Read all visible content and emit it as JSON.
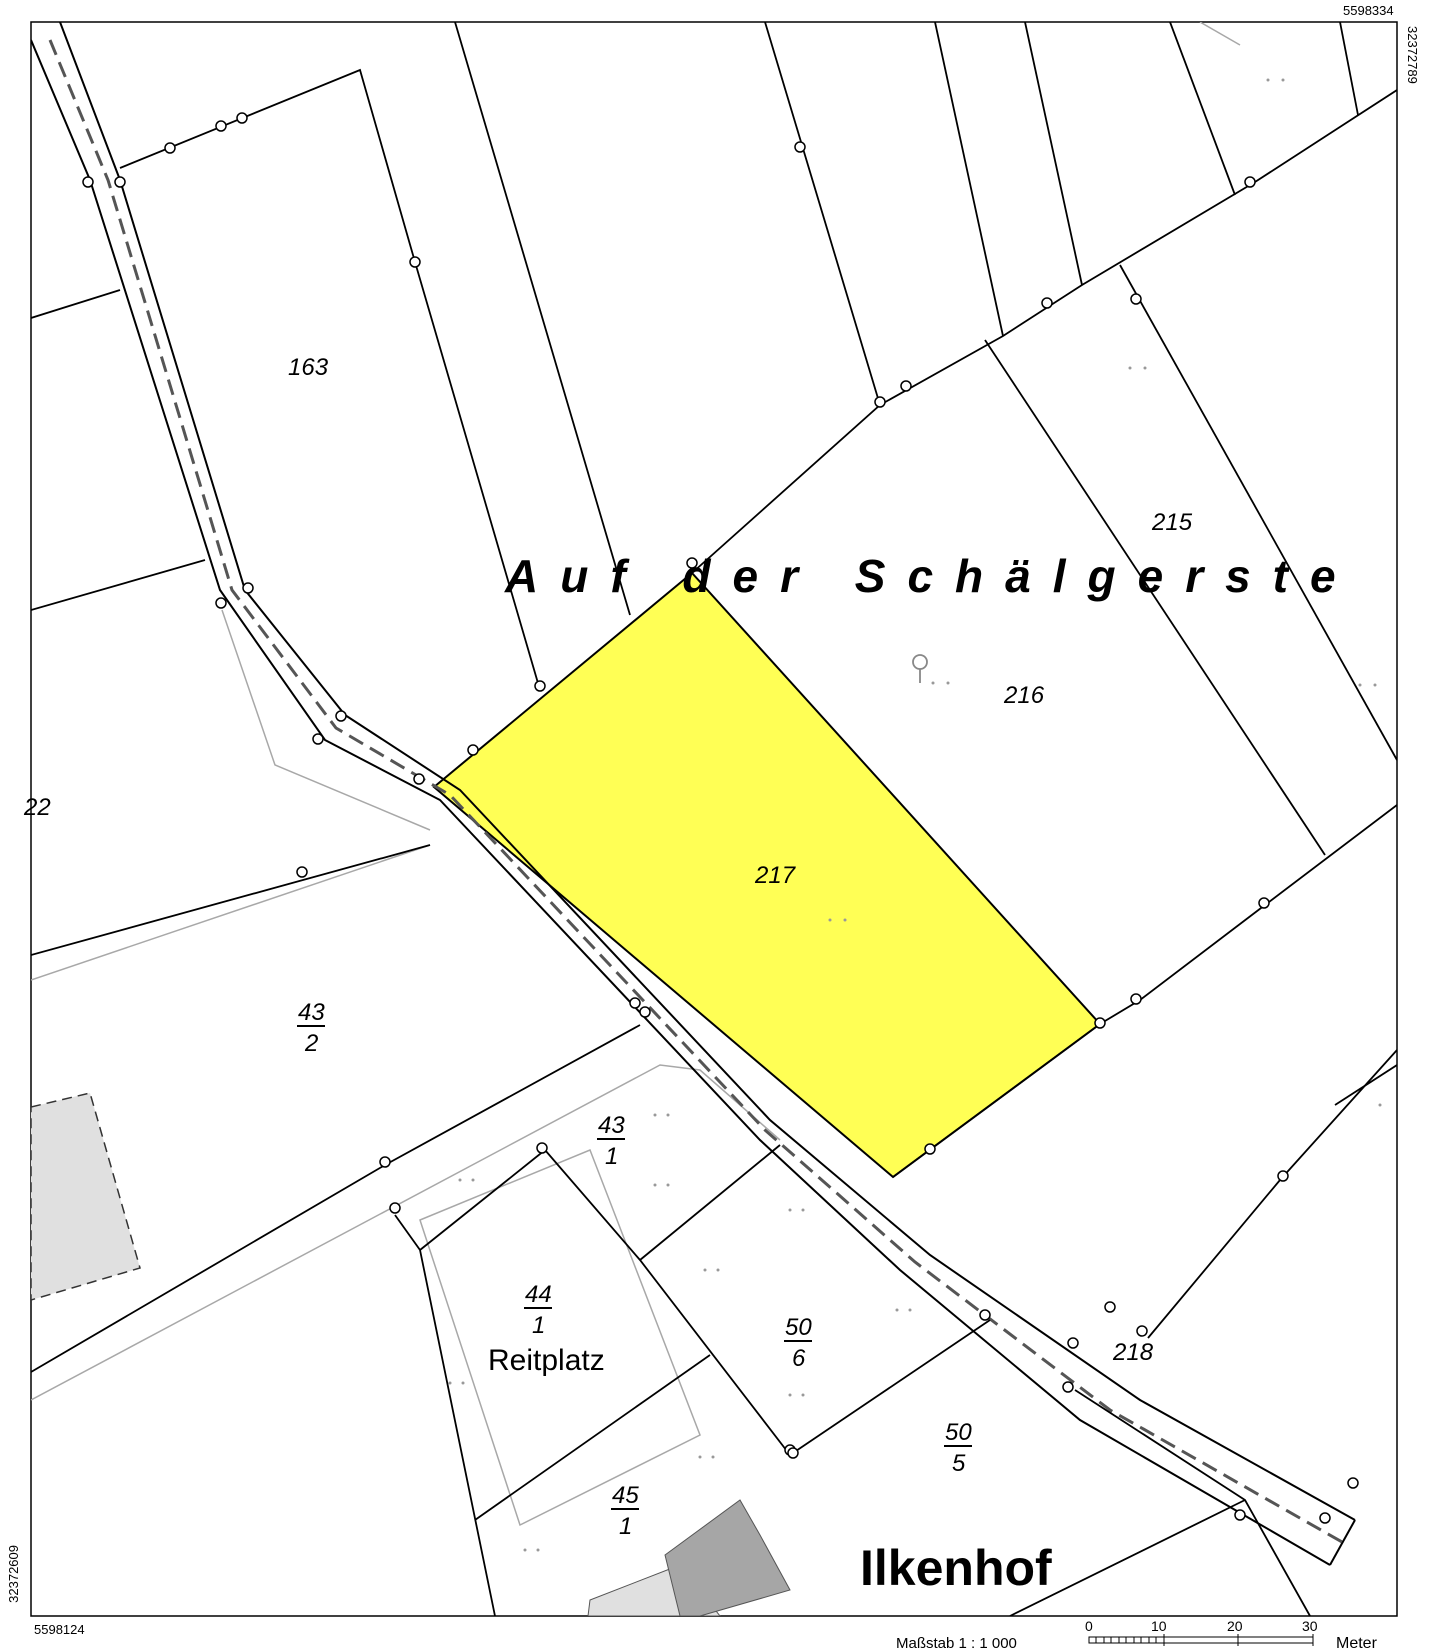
{
  "corner_coords": {
    "top_right_northing": "5598334",
    "top_right_easting": "32372789",
    "bottom_left_northing": "5598124",
    "bottom_left_easting": "32372609"
  },
  "locality_names": {
    "field_name": "Auf der Schälgerste",
    "hamlet": "Ilkenhof",
    "riding_arena": "Reitplatz"
  },
  "parcels": {
    "p163": "163",
    "p215": "215",
    "p216": "216",
    "p217": "217",
    "p218": "218",
    "p22_partial": "22",
    "p43_2": {
      "num": "43",
      "den": "2"
    },
    "p43_1": {
      "num": "43",
      "den": "1"
    },
    "p44_1": {
      "num": "44",
      "den": "1"
    },
    "p50_6": {
      "num": "50",
      "den": "6"
    },
    "p50_5": {
      "num": "50",
      "den": "5"
    },
    "p45_1": {
      "num": "45",
      "den": "1"
    }
  },
  "scale": {
    "label": "Maßstab 1 : 1 000",
    "ticks": [
      "0",
      "10",
      "20",
      "30"
    ],
    "unit": "Meter"
  },
  "colors": {
    "highlight_parcel": "#ffff55",
    "building_light": "#e0e0e0",
    "building_dark": "#a6a6a6",
    "line": "#000000",
    "grey_line": "#a0a0a0"
  }
}
